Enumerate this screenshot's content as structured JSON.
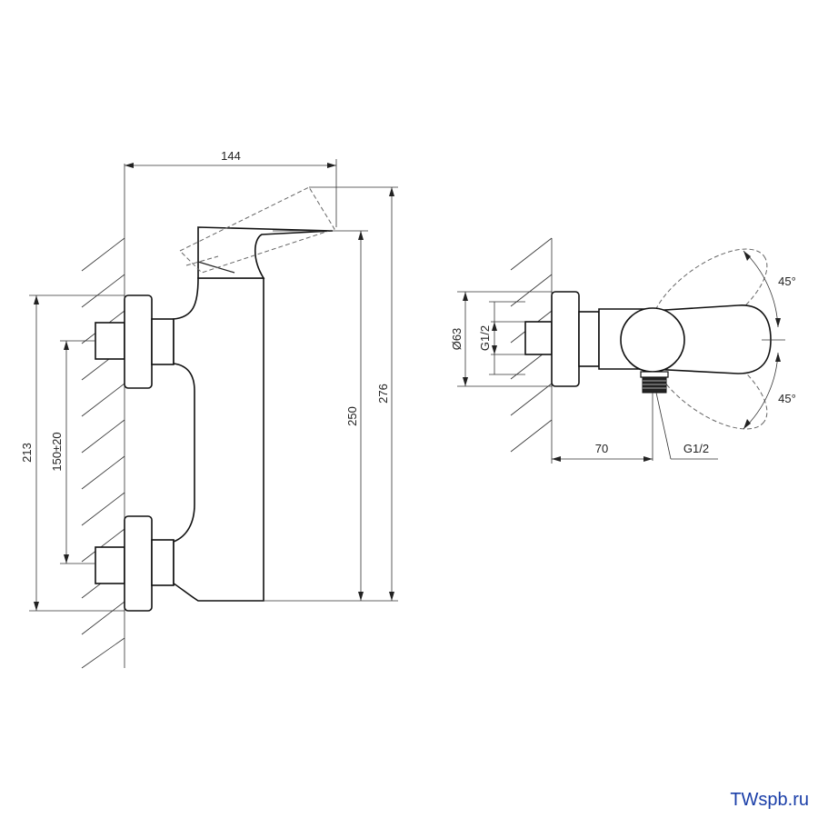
{
  "side_view": {
    "dims": {
      "width_144": "144",
      "height_250": "250",
      "height_276": "276",
      "height_213": "213",
      "spacing_150": "150±20"
    }
  },
  "end_view": {
    "dims": {
      "diameter_63": "Ø63",
      "thread_g12_inlet": "G1/2",
      "thread_g12_outlet": "G1/2",
      "distance_70": "70",
      "angle_up": "45°",
      "angle_down": "45°"
    }
  },
  "watermark": "TWspb.ru"
}
